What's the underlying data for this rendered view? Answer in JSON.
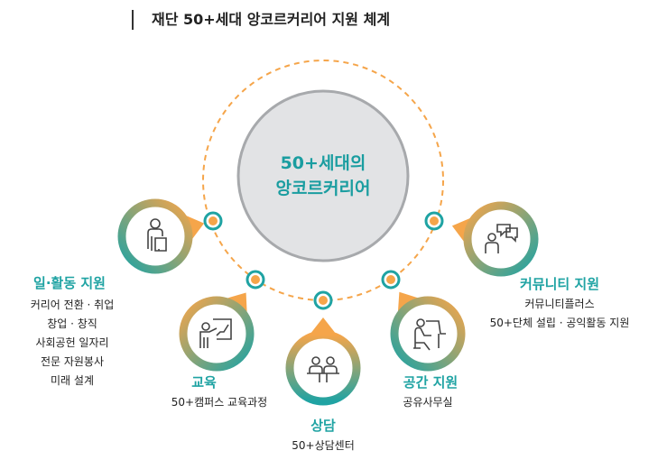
{
  "title": "재단 50+세대 앙코르커리어 지원 체계",
  "center": {
    "line1": "50+세대의",
    "line2": "앙코르커리어"
  },
  "items": [
    {
      "title": "일·활동 지원",
      "lines": [
        "커리어 전환 · 취업",
        "창업 · 창직",
        "사회공헌 일자리",
        "전문 자원봉사",
        "미래 설계"
      ],
      "icon": "worker-briefcase-icon"
    },
    {
      "title": "교육",
      "lines": [
        "50+캠퍼스 교육과정"
      ],
      "icon": "teacher-board-icon"
    },
    {
      "title": "상담",
      "lines": [
        "50+상담센터"
      ],
      "icon": "counseling-people-icon"
    },
    {
      "title": "공간 지원",
      "lines": [
        "공유사무실"
      ],
      "icon": "desk-worker-icon"
    },
    {
      "title": "커뮤니티 지원",
      "lines": [
        "커뮤니티플러스",
        "50+단체 설립 · 공익활동 지원"
      ],
      "icon": "chat-person-icon"
    }
  ],
  "colors": {
    "teal": "#1fa3a3",
    "orange": "#f5a54a",
    "gray": "#e2e3e5"
  }
}
